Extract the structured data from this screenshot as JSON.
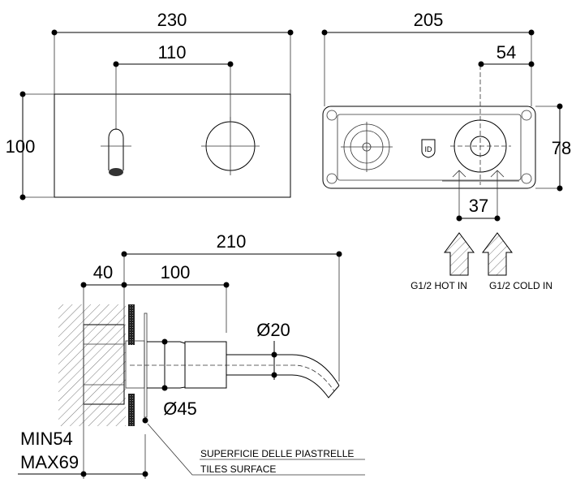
{
  "front_view": {
    "width": "230",
    "spacing": "110",
    "height": "100"
  },
  "rear_view": {
    "width": "205",
    "offset": "54",
    "height": "78",
    "inlet_spacing": "37",
    "hot_inlet": "G1/2 HOT IN",
    "cold_inlet": "G1/2 COLD IN"
  },
  "side_view": {
    "projection": "210",
    "wall_depth": "40",
    "body_length": "100",
    "spout_diameter": "Ø20",
    "flange_diameter": "Ø45",
    "min_depth": "MIN54",
    "max_depth": "MAX69",
    "tiles_label_it": "SUPERFICIE DELLE PIASTRELLE",
    "tiles_label_en": "TILES SURFACE"
  }
}
